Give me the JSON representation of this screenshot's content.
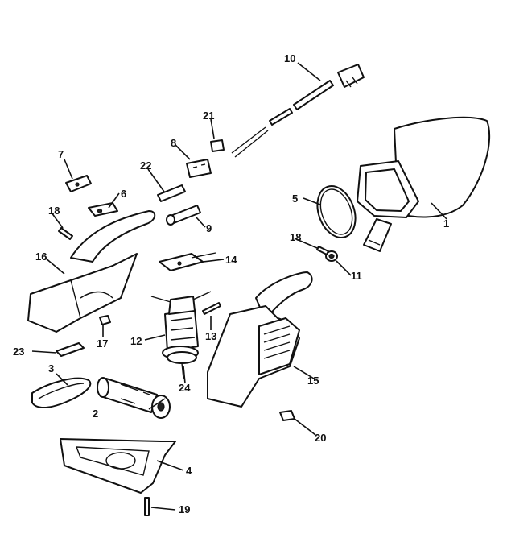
{
  "callouts": {
    "p1": "1",
    "p2": "2",
    "p3": "3",
    "p4": "4",
    "p5": "5",
    "p6": "6",
    "p7": "7",
    "p8": "8",
    "p9": "9",
    "p10": "10",
    "p11": "11",
    "p12": "12",
    "p13": "13",
    "p14": "14",
    "p15": "15",
    "p16": "16",
    "p17": "17",
    "p18a": "18",
    "p18b": "18",
    "p19": "19",
    "p20": "20",
    "p21": "21",
    "p22": "22",
    "p23": "23",
    "p24": "24"
  }
}
